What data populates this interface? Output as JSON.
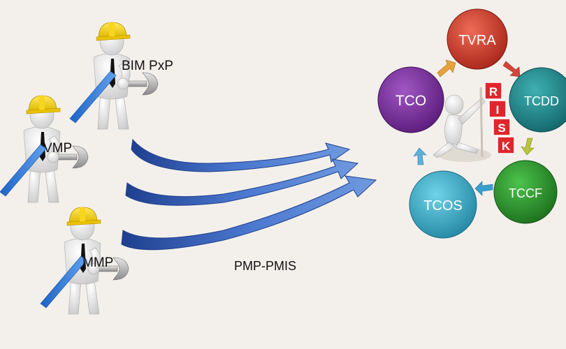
{
  "workers": [
    {
      "label": "BIM  PxP"
    },
    {
      "label": "VMP"
    },
    {
      "label": "MMP"
    }
  ],
  "flow": {
    "label": "PMP-PMIS"
  },
  "cycle": [
    {
      "label": "TVRA",
      "color": "#c63a2a"
    },
    {
      "label": "TCDD",
      "color": "#1f8a8e"
    },
    {
      "label": "TCCF",
      "color": "#2a8f2a"
    },
    {
      "label": "TCOS",
      "color": "#3aa9c4"
    },
    {
      "label": "TCO",
      "color": "#7a2f9a"
    }
  ],
  "risk_blocks": [
    "R",
    "I",
    "S",
    "K"
  ]
}
